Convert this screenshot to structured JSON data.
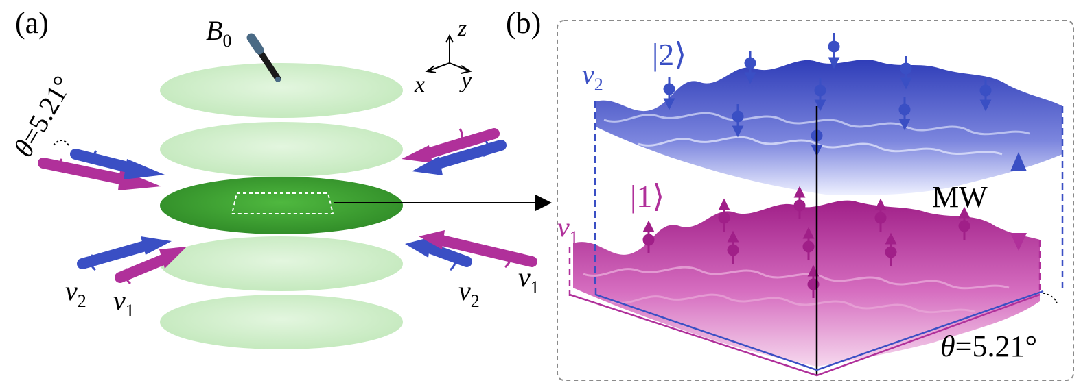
{
  "panel_a": {
    "label": "(a)",
    "field": {
      "symbol": "B",
      "sub": "0"
    },
    "axes": {
      "z": "z",
      "x": "x",
      "y": "y"
    },
    "angle": "θ=5.21°",
    "beam_labels": {
      "left_v2": {
        "base": "v",
        "sub": "2"
      },
      "left_v1": {
        "base": "v",
        "sub": "1"
      },
      "right_v2": {
        "base": "v",
        "sub": "2"
      },
      "right_v1": {
        "base": "v",
        "sub": "1"
      }
    }
  },
  "panel_b": {
    "label": "(b)",
    "upper_state": "|2⟩",
    "lower_state": "|1⟩",
    "upper_depth": {
      "base": "v",
      "sub": "2"
    },
    "lower_depth": {
      "base": "v",
      "sub": "1"
    },
    "transition": "MW",
    "angle": "θ=5.21°"
  },
  "colors": {
    "disk_light": "#c9ecc3",
    "disk_dark": "#3a9a2e",
    "blue_beam": "#3a4fc4",
    "magenta_beam": "#b0309a",
    "blue_lattice": "#4b57c8",
    "magenta_lattice": "#b52a96",
    "border_dashed": "#8a8a8a"
  }
}
